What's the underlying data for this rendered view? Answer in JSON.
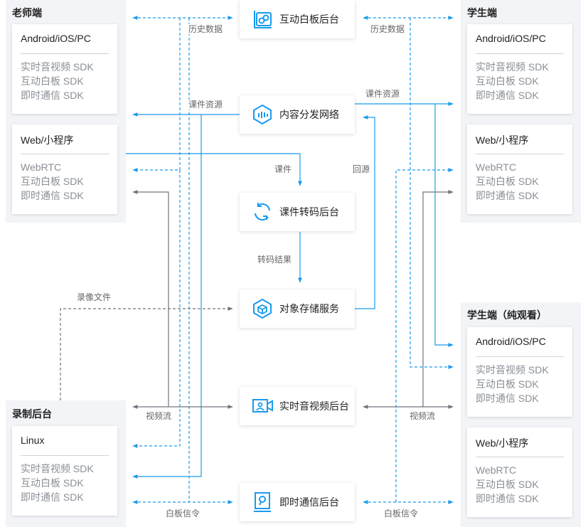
{
  "teacher": {
    "title": "老师端",
    "native": {
      "title": "Android/iOS/PC",
      "items": [
        "实时音视频 SDK",
        "互动白板 SDK",
        "即时通信 SDK"
      ]
    },
    "web": {
      "title": "Web/小程序",
      "items": [
        "WebRTC",
        "互动白板 SDK",
        "即时通信 SDK"
      ]
    }
  },
  "student": {
    "title": "学生端",
    "native": {
      "title": "Android/iOS/PC",
      "items": [
        "实时音视频 SDK",
        "互动白板 SDK",
        "即时通信 SDK"
      ]
    },
    "web": {
      "title": "Web/小程序",
      "items": [
        "WebRTC",
        "互动白板 SDK",
        "即时通信 SDK"
      ]
    }
  },
  "viewer": {
    "title": "学生端（纯观看）",
    "native": {
      "title": "Android/iOS/PC",
      "items": [
        "实时音视频 SDK",
        "互动白板 SDK",
        "即时通信 SDK"
      ]
    },
    "web": {
      "title": "Web/小程序",
      "items": [
        "WebRTC",
        "互动白板 SDK",
        "即时通信 SDK"
      ]
    }
  },
  "recorder": {
    "title": "录制后台",
    "linux": {
      "title": "Linux",
      "items": [
        "实时音视频 SDK",
        "互动白板 SDK",
        "即时通信 SDK"
      ]
    }
  },
  "services": {
    "whiteboard": {
      "label": "互动白板后台",
      "icon": "whiteboard-icon"
    },
    "cdn": {
      "label": "内容分发网络",
      "icon": "cdn-icon"
    },
    "transcode": {
      "label": "课件转码后台",
      "icon": "transcode-icon"
    },
    "storage": {
      "label": "对象存储服务",
      "icon": "storage-icon"
    },
    "trtc": {
      "label": "实时音视频后台",
      "icon": "video-camera-icon"
    },
    "im": {
      "label": "即时通信后台",
      "icon": "message-icon"
    }
  },
  "edges": {
    "history_left": "历史数据",
    "history_right": "历史数据",
    "courseware_res_left": "课件资源",
    "courseware_res_right": "课件资源",
    "courseware": "课件",
    "origin": "回源",
    "transcode_result": "转码结果",
    "recording_file": "录像文件",
    "video_stream_left": "视频流",
    "video_stream_right": "视频流",
    "wb_signal_left": "白板信令",
    "wb_signal_right": "白板信令"
  },
  "colors": {
    "blue": "#1a9bec",
    "gray": "#6f757d",
    "panel": "#f2f4f7"
  }
}
